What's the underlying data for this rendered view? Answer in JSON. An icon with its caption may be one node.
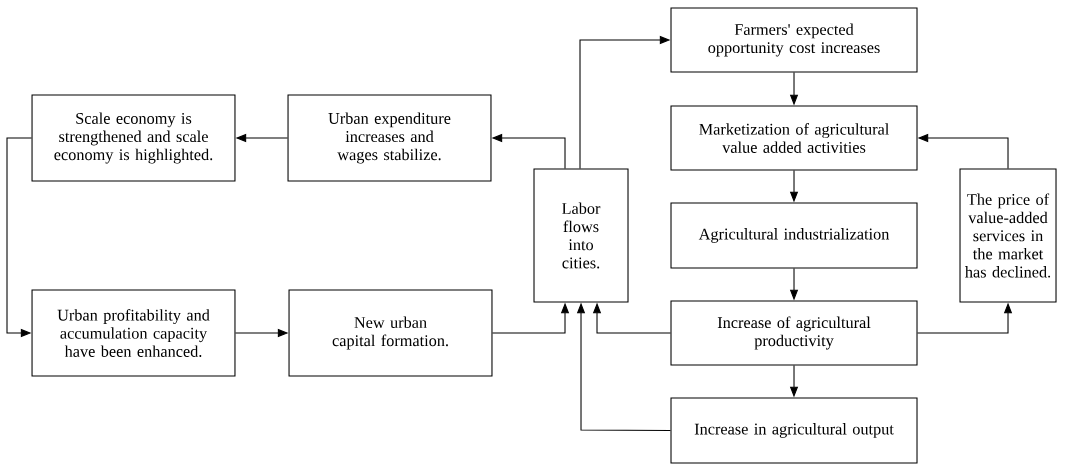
{
  "diagram": {
    "nodes": [
      {
        "text": [
          "Scale economy is strengthened and scale economy is highlighted."
        ]
      },
      {
        "text": [
          "Urban expenditure increases and wages stabilize."
        ]
      },
      {
        "text": [
          "Labor flows into cities."
        ]
      },
      {
        "text": [
          "Farmers' expected opportunity cost increases"
        ]
      },
      {
        "text": [
          "Marketization of agricultural value added activities"
        ]
      },
      {
        "text": [
          "Agricultural industrialization"
        ]
      },
      {
        "text": [
          "Increase of agricultural productivity"
        ]
      },
      {
        "text": [
          "Increase in agricultural output"
        ]
      },
      {
        "text": [
          "The price of value-added services in the market has declined."
        ]
      },
      {
        "text": [
          "Urban profitability and accumulation capacity have been enhanced."
        ]
      },
      {
        "text": [
          "New urban capital formation."
        ]
      }
    ],
    "edges": [
      {
        "from": 2,
        "to": 1,
        "arrow": "to"
      },
      {
        "from": 2,
        "to": 3,
        "arrow": "to"
      },
      {
        "from": 1,
        "to": 0,
        "arrow": "to"
      },
      {
        "from": 0,
        "to": 9,
        "arrow": "to"
      },
      {
        "from": 9,
        "to": 10,
        "arrow": "to"
      },
      {
        "from": 10,
        "to": 2,
        "arrow": "to"
      },
      {
        "from": 3,
        "to": 4,
        "arrow": "to"
      },
      {
        "from": 4,
        "to": 5,
        "arrow": "to"
      },
      {
        "from": 5,
        "to": 6,
        "arrow": "to"
      },
      {
        "from": 6,
        "to": 7,
        "arrow": "to"
      },
      {
        "from": 6,
        "to": 2,
        "arrow": "to"
      },
      {
        "from": 7,
        "to": 2,
        "arrow": "to"
      },
      {
        "from": 6,
        "to": 8,
        "arrow": "to"
      },
      {
        "from": 8,
        "to": 4,
        "arrow": "to"
      }
    ]
  }
}
